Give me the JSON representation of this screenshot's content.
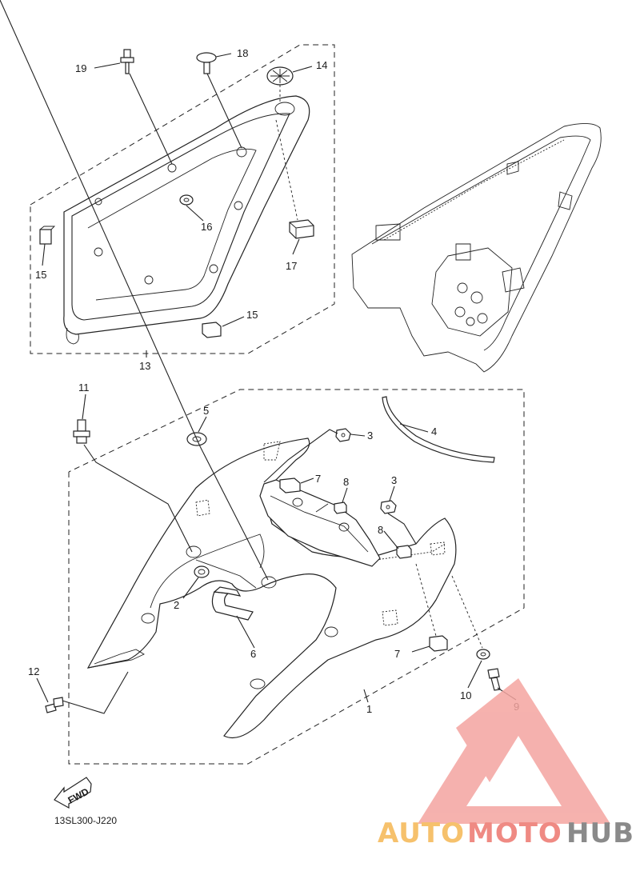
{
  "diagram": {
    "reference_code": "13SL300-J220",
    "fwd_label": "FWD",
    "labels": [
      "1",
      "2",
      "3",
      "3",
      "4",
      "5",
      "6",
      "7",
      "7",
      "8",
      "8",
      "9",
      "10",
      "11",
      "12",
      "13",
      "14",
      "15",
      "15",
      "16",
      "17",
      "18",
      "19"
    ]
  },
  "watermark": {
    "text_part1": "AUTO",
    "text_part2": "MOTO",
    "text_part3": "HUB",
    "colors": {
      "auto": "#f6c16c",
      "moto": "#ef8a83",
      "hub": "#8a8a8a",
      "logo": "#f4a4a0"
    }
  }
}
